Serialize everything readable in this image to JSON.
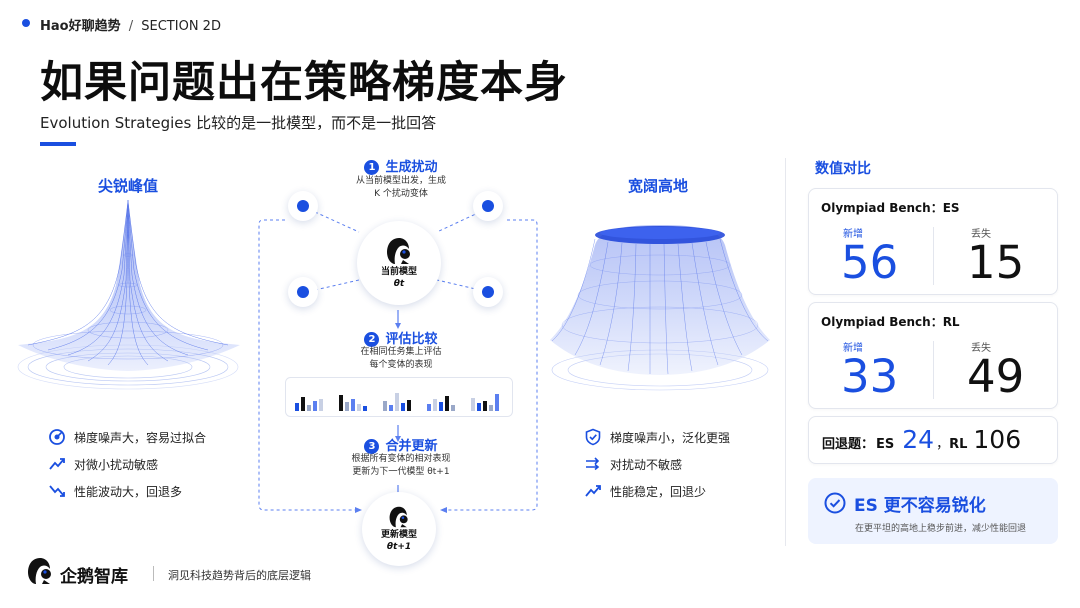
{
  "header": {
    "brand": "Hao好聊趋势",
    "separator": "/",
    "section": "SECTION 2D",
    "title": "如果问题出在策略梯度本身",
    "subtitle": "Evolution Strategies 比较的是一批模型，而不是一批回答"
  },
  "left": {
    "heading": "尖锐峰值",
    "features": [
      {
        "icon": "target-icon",
        "text": "梯度噪声大，容易过拟合"
      },
      {
        "icon": "trend-up-icon",
        "text": "对微小扰动敏感"
      },
      {
        "icon": "trend-down-icon",
        "text": "性能波动大，回退多"
      }
    ]
  },
  "center": {
    "steps": [
      {
        "num": "1",
        "title": "生成扰动",
        "desc_lines": [
          "从当前模型出发，生成",
          "K 个扰动变体"
        ]
      },
      {
        "num": "2",
        "title": "评估比较",
        "desc_lines": [
          "在相同任务集上评估",
          "每个变体的表现"
        ]
      },
      {
        "num": "3",
        "title": "合并更新",
        "desc_lines": [
          "根据所有变体的相对表现",
          "更新为下一代模型 θt+1"
        ]
      }
    ],
    "current_model": {
      "label": "当前模型",
      "symbol": "θt"
    },
    "next_model": {
      "label": "更新模型",
      "symbol": "θt+1"
    }
  },
  "middle_right": {
    "heading": "宽阔高地",
    "features": [
      {
        "icon": "shield-check-icon",
        "text": "梯度噪声小，泛化更强"
      },
      {
        "icon": "arrows-right-icon",
        "text": "对扰动不敏感"
      },
      {
        "icon": "trend-up-icon",
        "text": "性能稳定，回退少"
      }
    ]
  },
  "panel": {
    "heading": "数值对比",
    "cards": [
      {
        "title": "Olympiad Bench：ES",
        "gain_label": "新增",
        "gain": "56",
        "loss_label": "丢失",
        "loss": "15"
      },
      {
        "title": "Olympiad Bench：RL",
        "gain_label": "新增",
        "gain": "33",
        "loss_label": "丢失",
        "loss": "49"
      }
    ],
    "regression": {
      "label": "回退题：",
      "es_label": "ES",
      "es_value": "24",
      "sep": "，",
      "rl_label": "RL",
      "rl_value": "106"
    },
    "callout": {
      "title": "ES 更不容易锐化",
      "desc": "在更平坦的高地上稳步前进，减少性能回退"
    }
  },
  "footer": {
    "brand": "企鹅智库",
    "tagline": "洞见科技趋势背后的底层逻辑"
  },
  "colors": {
    "accent": "#1a4fe0",
    "text": "#111111",
    "muted": "#555555",
    "callout_bg": "#eef3ff"
  }
}
